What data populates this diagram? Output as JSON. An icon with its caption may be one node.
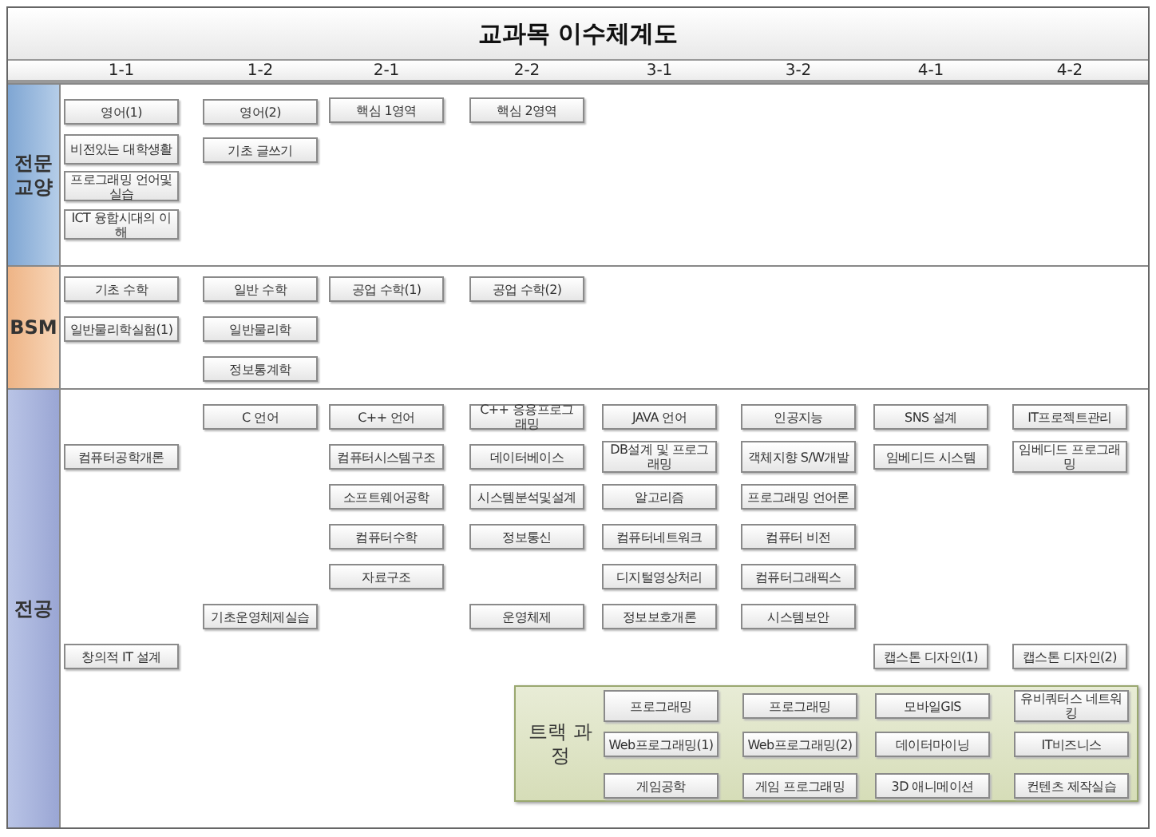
{
  "diagram": {
    "title": "교과목 이수체계도",
    "nodes": [
      {
        "text": [
          "전문 교양"
        ]
      },
      {
        "text": [
          "영어(1)"
        ],
        "in": 0
      },
      {
        "text": [
          "영어(2)"
        ],
        "in": 0
      },
      {
        "text": [
          "핵심 1영역"
        ],
        "in": 0
      },
      {
        "text": [
          "핵심 2영역"
        ],
        "in": 0
      },
      {
        "text": [
          "비전있는 대학생활"
        ],
        "in": 0
      },
      {
        "text": [
          "기초 글쓰기"
        ],
        "in": 0
      },
      {
        "text": [
          "프로그래밍 언어및실습"
        ],
        "in": 0
      },
      {
        "text": [
          "ICT 융합시대의 이해"
        ],
        "in": 0
      },
      {
        "text": [
          "BSM"
        ]
      },
      {
        "text": [
          "기초 수학"
        ],
        "in": 9
      },
      {
        "text": [
          "일반 수학"
        ],
        "in": 9
      },
      {
        "text": [
          "공업 수학(1)"
        ],
        "in": 9
      },
      {
        "text": [
          "공업 수학(2)"
        ],
        "in": 9
      },
      {
        "text": [
          "일반물리학실험(1)"
        ],
        "in": 9
      },
      {
        "text": [
          "일반물리학"
        ],
        "in": 9
      },
      {
        "text": [
          "정보통계학"
        ],
        "in": 9
      },
      {
        "text": [
          "전공"
        ]
      },
      {
        "text": [
          "C 언어"
        ],
        "in": 17
      },
      {
        "text": [
          "C++ 언어"
        ],
        "in": 17
      },
      {
        "text": [
          "C++ 응용프로그래밍"
        ],
        "in": 17
      },
      {
        "text": [
          "JAVA 언어"
        ],
        "in": 17
      },
      {
        "text": [
          "인공지능"
        ],
        "in": 17
      },
      {
        "text": [
          "SNS 설계"
        ],
        "in": 17
      },
      {
        "text": [
          "IT프로젝트관리"
        ],
        "in": 17
      },
      {
        "text": [
          "컴퓨터공학개론"
        ],
        "in": 17
      },
      {
        "text": [
          "컴퓨터시스템구조"
        ],
        "in": 17
      },
      {
        "text": [
          "데이터베이스"
        ],
        "in": 17
      },
      {
        "text": [
          "DB설계 및 프로그래밍"
        ],
        "in": 17
      },
      {
        "text": [
          "객체지향 S/W개발"
        ],
        "in": 17
      },
      {
        "text": [
          "임베디드 시스템"
        ],
        "in": 17
      },
      {
        "text": [
          "임베디드 프로그래밍"
        ],
        "in": 17
      },
      {
        "text": [
          "소프트웨어공학"
        ],
        "in": 17
      },
      {
        "text": [
          "시스템분석및설계"
        ],
        "in": 17
      },
      {
        "text": [
          "알고리즘"
        ],
        "in": 17
      },
      {
        "text": [
          "프로그래밍 언어론"
        ],
        "in": 17
      },
      {
        "text": [
          "컴퓨터수학"
        ],
        "in": 17
      },
      {
        "text": [
          "정보통신"
        ],
        "in": 17
      },
      {
        "text": [
          "컴퓨터네트워크"
        ],
        "in": 17
      },
      {
        "text": [
          "컴퓨터 비전"
        ],
        "in": 17
      },
      {
        "text": [
          "자료구조"
        ],
        "in": 17
      },
      {
        "text": [
          "디지털영상처리"
        ],
        "in": 17
      },
      {
        "text": [
          "컴퓨터그래픽스"
        ],
        "in": 17
      },
      {
        "text": [
          "기초운영체제실습"
        ],
        "in": 17
      },
      {
        "text": [
          "운영체제"
        ],
        "in": 17
      },
      {
        "text": [
          "정보보호개론"
        ],
        "in": 17
      },
      {
        "text": [
          "시스템보안"
        ],
        "in": 17
      },
      {
        "text": [
          "창의적 IT 설계"
        ],
        "in": 17
      },
      {
        "text": [
          "캡스톤 디자인(1)"
        ],
        "in": 17
      },
      {
        "text": [
          "캡스톤 디자인(2)"
        ],
        "in": 17
      },
      {
        "text": [
          "트랙 과정"
        ],
        "in": 17
      },
      {
        "text": [
          "프로그래밍"
        ],
        "in": 50
      },
      {
        "text": [
          "프로그래밍"
        ],
        "in": 50
      },
      {
        "text": [
          "모바일GIS"
        ],
        "in": 50
      },
      {
        "text": [
          "유비쿼터스 네트워킹"
        ],
        "in": 50
      },
      {
        "text": [
          "Web프로그래밍(1)"
        ],
        "in": 50
      },
      {
        "text": [
          "Web프로그래밍(2)"
        ],
        "in": 50
      },
      {
        "text": [
          "데이터마이닝"
        ],
        "in": 50
      },
      {
        "text": [
          "IT비즈니스"
        ],
        "in": 50
      },
      {
        "text": [
          "게임공학"
        ],
        "in": 50
      },
      {
        "text": [
          "게임 프로그래밍"
        ],
        "in": 50
      },
      {
        "text": [
          "3D 애니메이션"
        ],
        "in": 50
      },
      {
        "text": [
          "컨텐츠 제작실습"
        ],
        "in": 50
      }
    ],
    "labels": [
      "1-1",
      "1-2",
      "2-1",
      "2-2",
      "3-1",
      "3-2",
      "4-1",
      "4-2"
    ]
  }
}
